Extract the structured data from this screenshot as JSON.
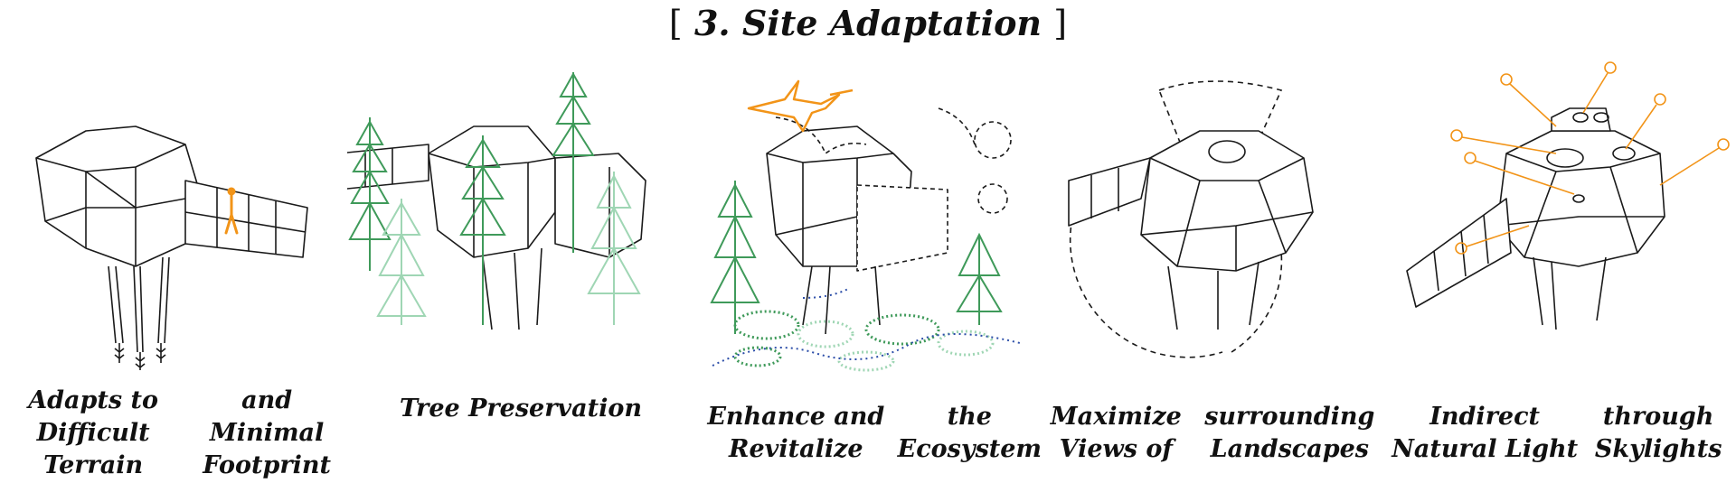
{
  "title": {
    "text": "3. Site Adaptation",
    "open": "[",
    "close": "]"
  },
  "colors": {
    "line": "#1a1a1a",
    "accent": "#f29418",
    "tree_dark": "#3f9a5a",
    "tree_light": "#9fd6b4",
    "water": "#2b4da8"
  },
  "panels": [
    {
      "caption": [
        "Adapts to Difficult Terrain",
        "and Minimal Footprint"
      ],
      "icon": "cabin-on-stilts-icon"
    },
    {
      "caption": [
        "Tree Preservation"
      ],
      "icon": "cabin-among-trees-icon"
    },
    {
      "caption": [
        "Enhance  and Revitalize",
        "the Ecosystem"
      ],
      "icon": "cabin-with-hummingbird-icon"
    },
    {
      "caption": [
        "Maximize Views of",
        "surrounding Landscapes"
      ],
      "icon": "cabin-view-cones-icon"
    },
    {
      "caption": [
        "Indirect Natural Light",
        "through  Skylights"
      ],
      "icon": "cabin-skylights-icon"
    }
  ]
}
